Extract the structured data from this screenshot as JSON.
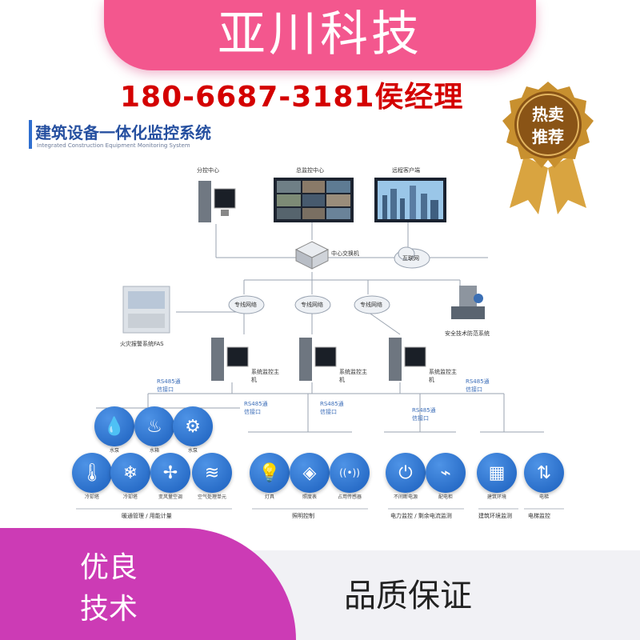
{
  "brand": {
    "title": "亚川科技",
    "phone": "180-6687-3181侯经理"
  },
  "badge": {
    "line1": "热卖",
    "line2": "推荐"
  },
  "system": {
    "title": "建筑设备一体化监控系统",
    "subtitle": "Integrated Construction Equipment Monitoring System"
  },
  "top_nodes": {
    "sub_center": "分控中心",
    "main_center": "总监控中心",
    "remote_client": "远程客户端"
  },
  "switch": {
    "label": "中心交换机"
  },
  "cloud_remote": "互联网",
  "private_nets": [
    "专线网络",
    "专线网络",
    "专线网络"
  ],
  "fire_alarm": "火灾报警系统FAS",
  "security": "安全技术防范系统",
  "hosts": [
    {
      "label": "系统监控主机"
    },
    {
      "label": "系统监控主机"
    },
    {
      "label": "系统监控主机"
    }
  ],
  "rs485": [
    "RS485通信接口",
    "RS485通信接口",
    "RS485通信接口",
    "RS485通信接口",
    "RS485通信接口"
  ],
  "devices": {
    "row1": [
      {
        "icon": "water-tank-icon",
        "glyph": "💧",
        "label": "水泵"
      },
      {
        "icon": "tower-icon",
        "glyph": "♨",
        "label": "水箱"
      },
      {
        "icon": "pump-icon",
        "glyph": "⚙",
        "label": "水泵"
      }
    ],
    "row2": [
      {
        "icon": "thermometer-icon",
        "glyph": "🌡",
        "label": "冷却塔"
      },
      {
        "icon": "snowflake-icon",
        "glyph": "❄",
        "label": "冷却塔"
      },
      {
        "icon": "fan-icon",
        "glyph": "✢",
        "label": "变风量空调"
      },
      {
        "icon": "airflow-icon",
        "glyph": "≋",
        "label": "空气处理单元"
      },
      {
        "icon": "bulb-icon",
        "glyph": "💡",
        "label": "灯具"
      },
      {
        "icon": "sensor-icon",
        "glyph": "◈",
        "label": "照度表"
      },
      {
        "icon": "signal-icon",
        "glyph": "((•))",
        "label": "占用传感器"
      },
      {
        "icon": "power-icon",
        "glyph": "⏻",
        "label": "不间断电源"
      },
      {
        "icon": "meter-icon",
        "glyph": "⌁",
        "label": "配电柜"
      },
      {
        "icon": "monitor-icon",
        "glyph": "▦",
        "label": "建筑环境"
      },
      {
        "icon": "elevator-icon",
        "glyph": "⇅",
        "label": "电梯"
      }
    ]
  },
  "groups": [
    "暖通管理 / 用能计量",
    "照明控制",
    "电力监控 / 剩余电流监测",
    "建筑环境监测",
    "电梯监控"
  ],
  "bottom": {
    "left_line1": "优良",
    "left_line2": "技术",
    "right": "品质保证"
  }
}
